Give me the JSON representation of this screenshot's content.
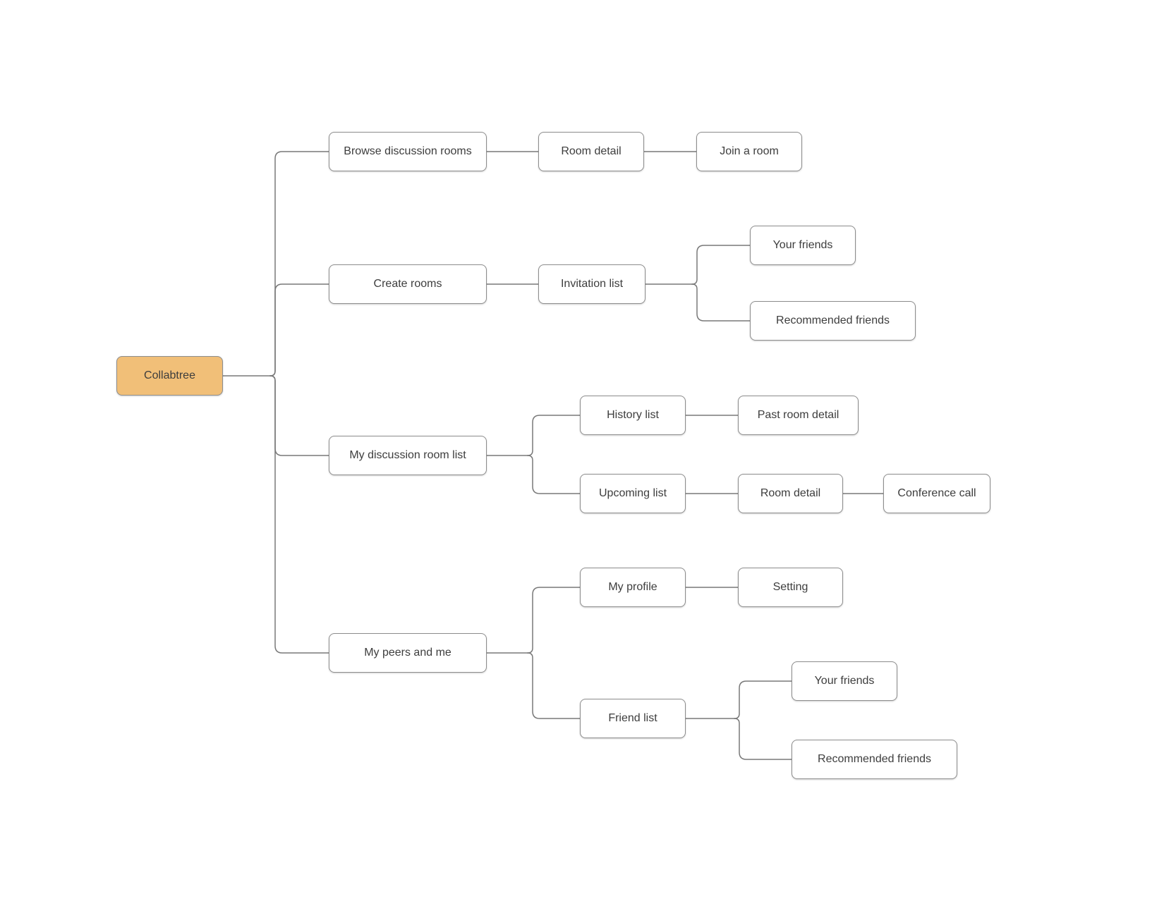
{
  "diagram": {
    "type": "mindmap-sitemap",
    "colors": {
      "canvas_bg": "#ffffff",
      "root_node_fill": "#f1bf78",
      "node_fill": "#ffffff",
      "node_border": "#8d8d8d",
      "connector": "#787878",
      "text": "#3d3d3d"
    },
    "nodes": [
      {
        "id": "collabtree",
        "label": "Collabtree",
        "type": "root"
      },
      {
        "id": "browse",
        "label": "Browse discussion rooms",
        "type": "page"
      },
      {
        "id": "room-detail-1",
        "label": "Room detail",
        "type": "page"
      },
      {
        "id": "join-room",
        "label": "Join a room",
        "type": "page"
      },
      {
        "id": "create-rooms",
        "label": "Create rooms",
        "type": "page"
      },
      {
        "id": "invitation-list",
        "label": "Invitation list",
        "type": "page"
      },
      {
        "id": "your-friends-1",
        "label": "Your friends",
        "type": "page"
      },
      {
        "id": "recommended-1",
        "label": "Recommended friends",
        "type": "page"
      },
      {
        "id": "my-room-list",
        "label": "My discussion room list",
        "type": "page"
      },
      {
        "id": "history-list",
        "label": "History list",
        "type": "page"
      },
      {
        "id": "past-room-detail",
        "label": "Past room detail",
        "type": "page"
      },
      {
        "id": "upcoming-list",
        "label": "Upcoming list",
        "type": "page"
      },
      {
        "id": "room-detail-2",
        "label": "Room detail",
        "type": "page"
      },
      {
        "id": "conference-call",
        "label": "Conference call",
        "type": "page"
      },
      {
        "id": "my-peers",
        "label": "My peers and me",
        "type": "page"
      },
      {
        "id": "my-profile",
        "label": "My profile",
        "type": "page"
      },
      {
        "id": "setting",
        "label": "Setting",
        "type": "page"
      },
      {
        "id": "friend-list",
        "label": "Friend list",
        "type": "page"
      },
      {
        "id": "your-friends-2",
        "label": "Your friends",
        "type": "page"
      },
      {
        "id": "recommended-2",
        "label": "Recommended friends",
        "type": "page"
      }
    ],
    "edges": [
      {
        "from": "collabtree",
        "to": "browse"
      },
      {
        "from": "collabtree",
        "to": "create-rooms"
      },
      {
        "from": "collabtree",
        "to": "my-room-list"
      },
      {
        "from": "collabtree",
        "to": "my-peers"
      },
      {
        "from": "browse",
        "to": "room-detail-1"
      },
      {
        "from": "room-detail-1",
        "to": "join-room"
      },
      {
        "from": "create-rooms",
        "to": "invitation-list"
      },
      {
        "from": "invitation-list",
        "to": "your-friends-1"
      },
      {
        "from": "invitation-list",
        "to": "recommended-1"
      },
      {
        "from": "my-room-list",
        "to": "history-list"
      },
      {
        "from": "history-list",
        "to": "past-room-detail"
      },
      {
        "from": "my-room-list",
        "to": "upcoming-list"
      },
      {
        "from": "upcoming-list",
        "to": "room-detail-2"
      },
      {
        "from": "room-detail-2",
        "to": "conference-call"
      },
      {
        "from": "my-peers",
        "to": "my-profile"
      },
      {
        "from": "my-profile",
        "to": "setting"
      },
      {
        "from": "my-peers",
        "to": "friend-list"
      },
      {
        "from": "friend-list",
        "to": "your-friends-2"
      },
      {
        "from": "friend-list",
        "to": "recommended-2"
      }
    ]
  }
}
